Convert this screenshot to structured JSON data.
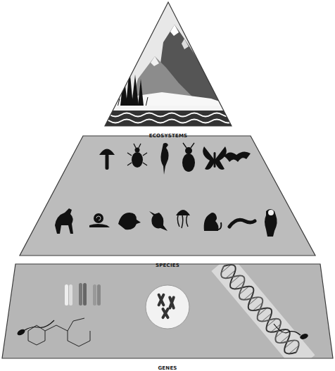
{
  "diagram": {
    "nodes": [
      {
        "text": [
          "ECOSYSTEMS"
        ]
      },
      {
        "text": [
          "SPECIES"
        ]
      },
      {
        "text": [
          "GENES"
        ]
      }
    ]
  }
}
